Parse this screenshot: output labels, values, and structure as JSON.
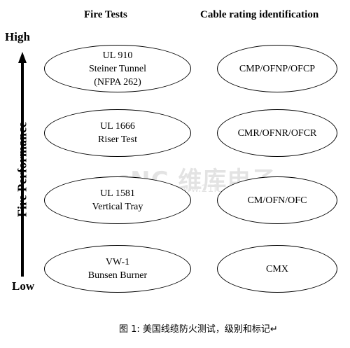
{
  "headers": {
    "tests": "Fire Tests",
    "rating": "Cable rating identification"
  },
  "axis": {
    "high": "High",
    "low": "Low",
    "label": "Fire Performance"
  },
  "rows": [
    {
      "test_lines": [
        "UL 910",
        "Steiner Tunnel",
        "(NFPA 262)"
      ],
      "rating": "CMP/OFNP/OFCP"
    },
    {
      "test_lines": [
        "UL 1666",
        "Riser Test"
      ],
      "rating": "CMR/OFNR/OFCR"
    },
    {
      "test_lines": [
        "UL 1581",
        "Vertical Tray"
      ],
      "rating": "CM/OFN/OFC"
    },
    {
      "test_lines": [
        "VW-1",
        "Bunsen Burner"
      ],
      "rating": "CMX"
    }
  ],
  "caption": "图 1: 美国线缆防火测试，级别和标记↵",
  "watermark": {
    "main": "cNC 维库电子",
    "sub": "www.21ic.com.cn"
  }
}
